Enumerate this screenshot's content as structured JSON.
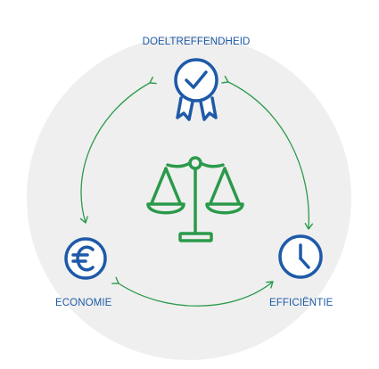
{
  "colors": {
    "background_circle": "#efefef",
    "blue": "#1e5aa8",
    "green": "#2a9a4a"
  },
  "nodes": {
    "top": {
      "label": "DOELTREFFENDHEID",
      "icon": "award-ribbon-checkmark-icon"
    },
    "left": {
      "label": "ECONOMIE",
      "icon": "euro-coin-icon"
    },
    "right": {
      "label": "EFFICIËNTIE",
      "icon": "clock-icon"
    }
  },
  "center": {
    "icon": "balance-scale-icon"
  },
  "connectors": [
    "top-to-left-arrow",
    "left-to-top-arrow",
    "top-to-right-arrow",
    "right-to-top-arrow",
    "left-to-right-arrow",
    "right-to-left-arrow"
  ]
}
